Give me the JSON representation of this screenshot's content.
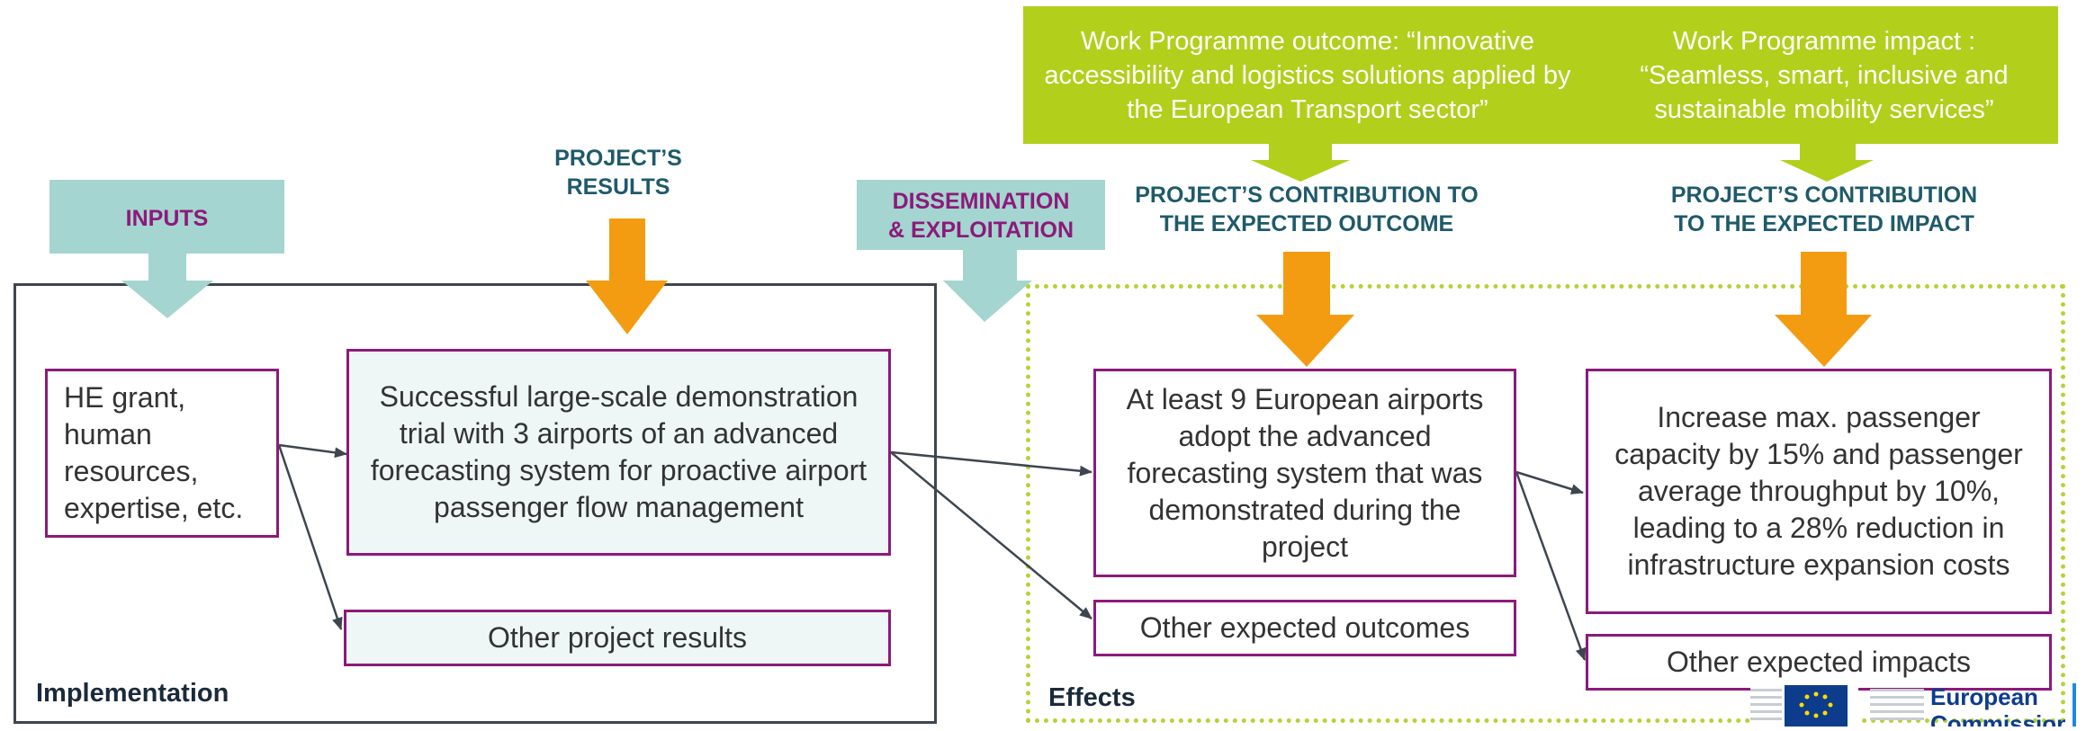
{
  "wp_outcome": "Work Programme outcome:  “Innovative accessibility and logistics solutions applied by the European Transport sector”",
  "wp_impact": "Work Programme impact : “Seamless, smart, inclusive and sustainable mobility services”",
  "labels": {
    "inputs": "INPUTS",
    "results_line1": "PROJECT’S",
    "results_line2": "RESULTS",
    "dissemination_line1": "DISSEMINATION",
    "dissemination_line2": "& EXPLOITATION",
    "contribution_outcome_line1": "PROJECT’S CONTRIBUTION TO",
    "contribution_outcome_line2": "THE EXPECTED OUTCOME",
    "contribution_impact_line1": "PROJECT’S CONTRIBUTION",
    "contribution_impact_line2": "TO THE EXPECTED IMPACT"
  },
  "boxes": {
    "inputs_box": "HE grant, human resources, expertise, etc.",
    "main_result": "Successful large-scale demonstration trial with 3 airports of an advanced forecasting system for proactive airport passenger flow management",
    "other_results": "Other project results",
    "main_outcome": "At least 9 European airports adopt the advanced forecasting system that was demonstrated during the project",
    "other_outcomes": "Other expected outcomes",
    "main_impact": "Increase max. passenger capacity by 15% and passenger average throughput by 10%, leading to a 28% reduction in infrastructure expansion costs",
    "other_impacts": "Other expected impacts"
  },
  "sections": {
    "implementation": "Implementation",
    "effects": "Effects"
  },
  "logo": {
    "line1": "European",
    "line2": "Commission"
  },
  "colors": {
    "wp_green": "#b2cf1c",
    "teal_arrow": "#a5d5d0",
    "orange_arrow": "#f39c12",
    "purple": "#8c1a7a",
    "dark_teal_text": "#1e5a6b",
    "effects_dotted": "#b5d334"
  }
}
